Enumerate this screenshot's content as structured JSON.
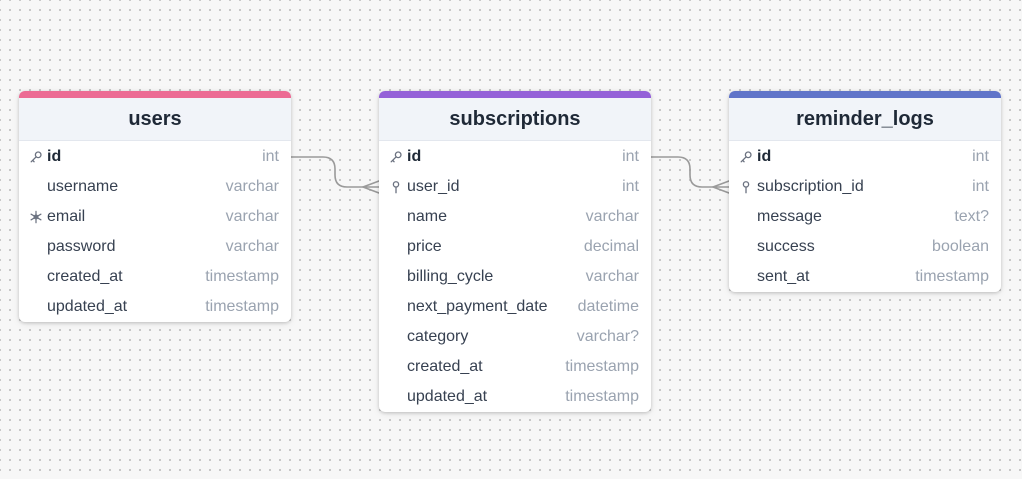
{
  "tables": [
    {
      "id": "users",
      "name": "users",
      "accent": "#ec6b94",
      "columns": [
        {
          "name": "id",
          "type": "int",
          "icon": "key-icon",
          "pk": true
        },
        {
          "name": "username",
          "type": "varchar",
          "icon": "",
          "pk": false
        },
        {
          "name": "email",
          "type": "varchar",
          "icon": "unique-icon",
          "pk": false
        },
        {
          "name": "password",
          "type": "varchar",
          "icon": "",
          "pk": false
        },
        {
          "name": "created_at",
          "type": "timestamp",
          "icon": "",
          "pk": false
        },
        {
          "name": "updated_at",
          "type": "timestamp",
          "icon": "",
          "pk": false
        }
      ]
    },
    {
      "id": "subscriptions",
      "name": "subscriptions",
      "accent": "#9461d8",
      "columns": [
        {
          "name": "id",
          "type": "int",
          "icon": "key-icon",
          "pk": true
        },
        {
          "name": "user_id",
          "type": "int",
          "icon": "foreign-key-icon",
          "pk": false
        },
        {
          "name": "name",
          "type": "varchar",
          "icon": "",
          "pk": false
        },
        {
          "name": "price",
          "type": "decimal",
          "icon": "",
          "pk": false
        },
        {
          "name": "billing_cycle",
          "type": "varchar",
          "icon": "",
          "pk": false
        },
        {
          "name": "next_payment_date",
          "type": "datetime",
          "icon": "",
          "pk": false
        },
        {
          "name": "category",
          "type": "varchar?",
          "icon": "",
          "pk": false
        },
        {
          "name": "created_at",
          "type": "timestamp",
          "icon": "",
          "pk": false
        },
        {
          "name": "updated_at",
          "type": "timestamp",
          "icon": "",
          "pk": false
        }
      ]
    },
    {
      "id": "reminder_logs",
      "name": "reminder_logs",
      "accent": "#6074c9",
      "columns": [
        {
          "name": "id",
          "type": "int",
          "icon": "key-icon",
          "pk": true
        },
        {
          "name": "subscription_id",
          "type": "int",
          "icon": "foreign-key-icon",
          "pk": false
        },
        {
          "name": "message",
          "type": "text?",
          "icon": "",
          "pk": false
        },
        {
          "name": "success",
          "type": "boolean",
          "icon": "",
          "pk": false
        },
        {
          "name": "sent_at",
          "type": "timestamp",
          "icon": "",
          "pk": false
        }
      ]
    }
  ],
  "relations": [
    {
      "from": "users.id",
      "to": "subscriptions.user_id",
      "cardinality": "one-to-many"
    },
    {
      "from": "subscriptions.id",
      "to": "reminder_logs.subscription_id",
      "cardinality": "one-to-many"
    }
  ],
  "colors": {
    "connector": "#9a9a9a",
    "icon": "#6b7280"
  }
}
